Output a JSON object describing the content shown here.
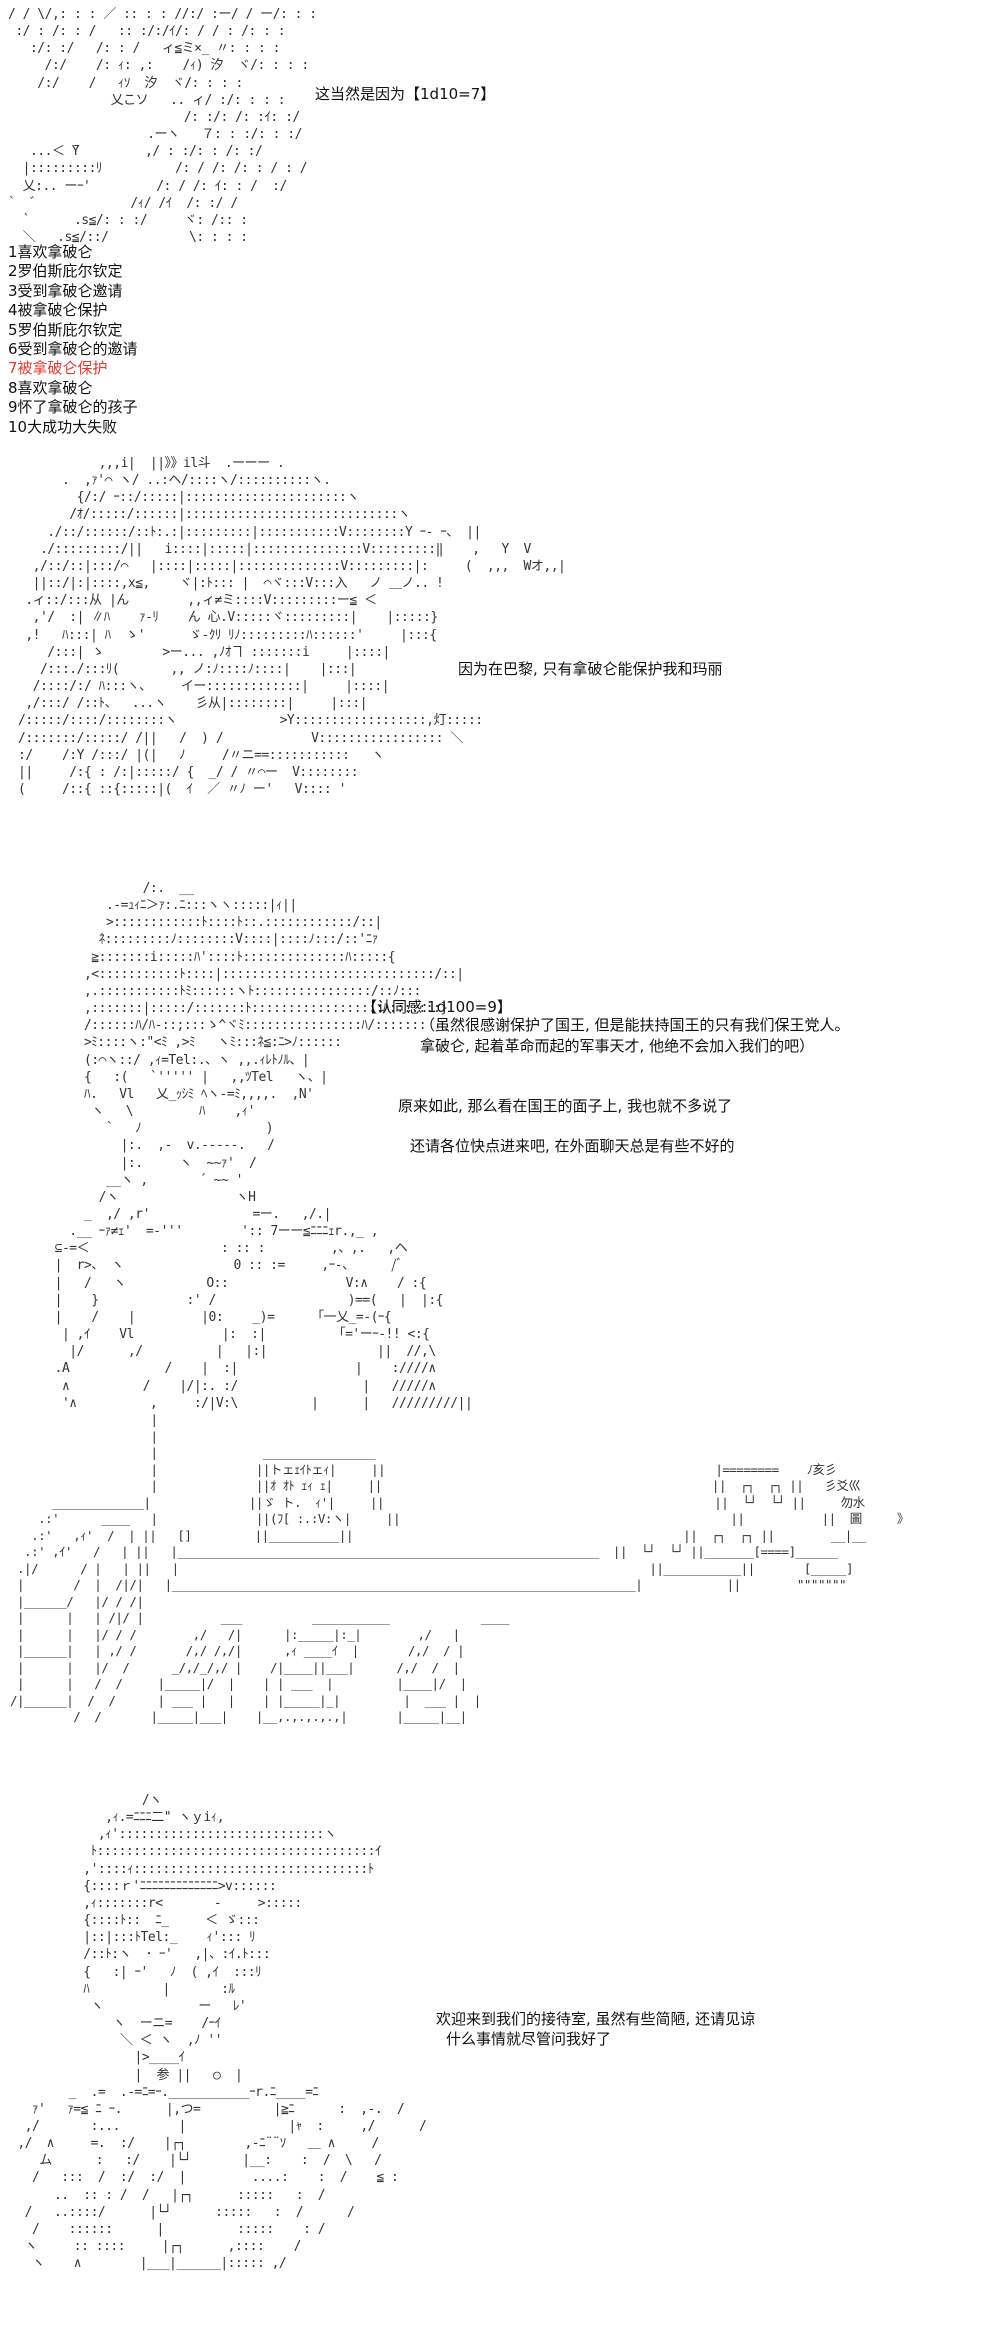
{
  "narration": {
    "because": "这当然是因为【1d10=7】"
  },
  "options": [
    {
      "label": "1喜欢拿破仑",
      "highlight": false
    },
    {
      "label": "2罗伯斯庇尔钦定",
      "highlight": false
    },
    {
      "label": "3受到拿破仑邀请",
      "highlight": false
    },
    {
      "label": "4被拿破仑保护",
      "highlight": false
    },
    {
      "label": "5罗伯斯庇尔钦定",
      "highlight": false
    },
    {
      "label": "6受到拿破仑的邀请",
      "highlight": false
    },
    {
      "label": "7被拿破仑保护",
      "highlight": true
    },
    {
      "label": "8喜欢拿破仑",
      "highlight": false
    },
    {
      "label": "9怀了拿破仑的孩子",
      "highlight": false
    },
    {
      "label": "10大成功大失败",
      "highlight": false
    }
  ],
  "colors": {
    "highlight": "#e53935",
    "text": "#111111",
    "art": "#333333"
  },
  "dialogue": {
    "paris": "因为在巴黎, 只有拿破仑能保护我和玛丽",
    "favor_roll": "【认同感:1d100=9】",
    "thanks": "（虽然很感谢保护了国王, 但是能扶持国王的只有我们保王党人。",
    "ask": "拿破仑, 起着革命而起的军事天才, 他绝不会加入我们的吧）",
    "face": "原来如此, 那么看在国王的面子上, 我也就不多说了",
    "enter": "还请各位快点进来吧, 在外面聊天总是有些不好的",
    "welcome": "欢迎来到我们的接待室, 虽然有些简陋, 还请见谅",
    "help": "什么事情就尽管问我好了"
  },
  "art": {
    "figure_1": "/ / \\/,: : : ／ :: : : //:/ :ー/ / ー/: : :\n :/ : /: : /   :: :/:/ｲ/: / / : /: : :\n   :/: :/   /: : /   ィ≦ミ×_ 〃: : : :\n     /:/    /: ｨ: ,:    /ｨ) 汐  ヾ/: : : :\n    /:/    /   ｨｿ  汐  ヾ/: : : :\n              乂こソ   .. ィ/ :/: : : :\n                        /: :/: /: :ｲ: :/\n                   .ーヽ   ７: : :/: : :/\n   ...＜ ̄Y         ,/ : :/: : /: :/\n  |:::::::::ﾘ          /: / /: /: : / : /\n  乂:.. ーｰ'         /: / /: ｲ: : /  :/\n`  ゛            /ｨ/ /ｲ  /: :/ /\n  `      .s≦/: : :/     ヾ: /:: :\n  ＼   .s≦/::/           \\: : : :",
    "figure_2": "           ,,,i|  ||》》il斗  .ーーー .\n      .  ,ｧ'⌒ ヽ/ ..:ヘ/::::ヽ/::::::::::ヽ.\n        {/:/ ｰ::/:::::|::::::::::::::::::::::ヽ\n       /ｵ/:::::/::::::|:::::::::::::::::::::::::::::ヽ\n    ./::/::::::/::ﾄ:.:|:::::::::|:::::::::::V::::::::Y ｰ‐ ｰ、 ||\n   ./:::::::::/||   i::::|:::::|:::::::::::::::V:::::::::‖    ,   Y  V\n  ,/::/::|:::/⌒   |::::|:::::|::::::::::::::V:::::::::|:     (  ,,,  Wオ,,|\n  ||::/|:|::::,x≦,    ヾ|:ﾄ::: |  ⌒ヾ:::V:::入   ノ ＿ノ.. !\n .ィ::/:::从 |ん        ,,ィ≠ミ::::V:::::::::ー≦ ＜\n  ,'/  :| ∥ﾊ    ｧ-ﾘ    ん 心.V:::::ヾ:::::::::|    |:::::}\n ,!   ﾊ:::| ﾊ  ゝ'      ゞ-ｸﾘ ﾘﾉ:::::::::ﾊ::::::'     |:::{\n    /:::| ゝ        >ー... ,ﾉｵヿ :::::::i     |::::|\n   /:::./:::ﾘ(       ,, ノ:ﾉ::::ﾉ::::|    |:::|\n  /::::/:/ ﾊ:::ヽ、    イー:::::::::::::|     |::::|\n ,/:::/ /::ﾄ、  ...ヽ    彡从|::::::::|     |:::|\n/:::::/::::/::::::::ヽ              >Y::::::::::::::::::,灯:::::\n/:::::::/:::::/ /||   /  ) /            V::::::::::::::::: ＼\n:/    /:Y /:::/ |(|   ﾉ     /〃ニ==:::::::::::   ヽ\n||     /:{ : /:|:::::/ {  _/ / 〃⌒ー  V::::::::\n(     /::{ ::{:::::|(  ｲ  ／ 〃ﾉ ー'   V:::: '",
    "figure_3": "              /:.  __\n         .-=ｭｨﾆ＞ｧ:.ﾆ:::ヽヽ:::::|ｨ||\n         >::::::::::::ﾄ::::ﾄ::.::::::::::::/::|\n        ﾈ:::::::::ﾉ::::::::V::::|::::ﾉ:::/::'ﾆｧ\n       ≧:::::::i:::::ﾊ'::::ﾄ::::::::::::::ﾊ:::::{\n      ,<:::::::::::ﾄ::::|:::::::::::::::::::::::::::::/::|\n      ,.:::::::::::ﾄﾐ::::::ヽﾄ::::::::::::::::/::ﾉ:::\n      ,:::::::|:::::/:::::::ﾄ::::::::::::::::::ﾊ:::::::}\n      /::::::ﾊ/ﾊ-::;:::ゝ^ヾﾐ::::::::::::::::ﾊ/:::::::\n      >ﾐ::::ヽ:\"<ﾐ ,>ﾐ   ヽﾐ:::ﾈ≦:ﾆ>ﾉ::::::\n      (:⌒ヽ::/ ,ｨ=Tel:.、ヽ ,,.ｨﾚﾄﾉﾙ、|\n      {   :(   `''''' |   ,,ﾂTel   ヽ、|\n      ﾊ.   Vl   乂_ｯｼﾐ ﾍヽ-=ﾐ,,,,.  ,N'\n       ヽ   \\         ﾊ    ,ｨ'\n         `   ﾉ                 )\n           |:.  ,-  v.-----.   /\n           |:.     ヽ  ~~ｧ'  /\n         __ヽ ,       ´ ~~ '\n        /ヽ                ヽH\n      _  ,/ ,r'              =ー.   ,/.|\n    .__ ｰｧ≠ｪ'  =-'''        ':: 7ーー≦ﾆﾆﾆｪr.,_ ,\n  ⊆-=＜                  : :: :         ,、,.   ,ヘ\n  |  r>、 ヽ               0 :: :=     ,ｰ-、     /ﾞ\n  |   /   ヽ           O::                V:∧    / :{\n  |    }            :' /                  )==(   |  |:{\n  |    /    |         |0:    _)=     「一乂_=-(ｰ{\n   | ,ｲ    Vl            |:  :|          ｢='ーｰ-!! <:{\n    |/      ,/          |   |:|               ||  //,\\\n  .A             /    |  :|                |    :////∧\n   ∧          /    |/|:. :/                 |   /////∧\n   '∧          ,     :/|V:\\          |      |   /////////||",
    "room": "                    |\n                    |\n                    |               ________________\n                    |              ||トェｪｲﾄェｨ|     ||                                               |========    ﾉ亥彡\n                    |              ||ｵ ｵﾄ ｪｨ ｪ|     ||                                               ||  ┌┐  ┌┐ ||   彡爻巛\n      _____________|              ||ゞ ト.  ｨ'|     ||                                               ||  └┘  └┘ ||     勿水\n    .:'      ____   |              ||(ﾌ[ :.:V:ヽ|     ||                                               ||           ||  圖     》\n   .:'   ,ｨ'  /  | ||   []         ||__________||                                               ||  ┌┐  ┌┐ ||        __|__\n  .:' ,ｲ'   /   | ||   |____________________________________________________________  ||  └┘  └┘ ||_______[====]______\n .|/      / |   | ||   |                                                                   ||___________||       [_____]\n |       /  |  /|/|   |__________________________________________________________________|            ||        \"\"\"\"\"\"\"\n |______/   |/ / /|\n |      |   | /|/ |           ___          ___________             ____\n |      |   |/ / /        ,/   /|      |:_____|:_|        ,/   |\n |______|   | ,/ /       /,/ /,/|      ,ｨ ____ｲ  |       /,/  / |\n |      |   |/  /      _/,/_/,/ |    /|____||___|      /,/  /  |\n |      |   /  /     |_____|/  |    | | ___  |         |____|/  |\n/|______|  /  /      | ___ |   |    | |_____|_|         |  ___ |  |\n         /  /       |_____|___|    |__,.,.,.,.,|       |_____|__|",
    "figure_4": "                  /ヽ\n             ,ｨ.=ﾆﾆﾆ二\" ヽｙiｨ,\n            ,ｨ'::::::::::::::::::::::::::::ヽ\n           ﾄ::::::::::::::::::::::::::::::::::::::ｲ\n          ,'::::ｨ::::::::::::::::::::::::::::::::ﾄ\n          {::::ｒ'ﾆﾆﾆﾆﾆﾆﾆﾆﾆﾆﾆﾆﾆ>v::::::\n          ,ｨ:::::::r<       -     >:::::\n          {::::ﾄ::  ﾆ_     ＜ ゞ:::\n          |::|:::ﾄTel:_    ｨ'::: ﾘ\n          /::ﾄ:ヽ  ･ ｰ'   ,|、:ｲ.ﾄ:::\n          {   :| ｰ'   ﾉ  ( ,ｲ  :::ﾘ\n          ﾊ          |       :ﾙ\n           ヽ             ー   ﾚ'\n              ヽ  ーニ=    /ｰｲ\n               ＼ ＜ ヽ  ,ﾉ ''\n                 |>____ｲ\n                 |  参 ||   ○  |\n        _  .=  .-=ﾆ=ｰ.___________ｰr.ﾆ____=ﾆ\n   ｧ'   ｧ=≦ ﾆ ｰ.      |,つ=          |≧ﾆ      :  ,-.  /\n  ,/       :...        |              |ｬ  :     ,/      /\n ,/  ∧     =.  :/    |┌┐        ,-ﾆ¨¨ｿ   ＿ ∧     /\n    ム      :   :/    |└┘       |__:    :  /  \\   /\n   /   :::  /  :/  :/  |         ....:    :  /    ≦ :\n      ..  :: : /  /   |┌┐      :::::   :  /\n  /   ..::::/      |└┘      :::::   :  /      /\n   /    ::::::      |          :::::    : /\n  ヽ     :: ::::     |┌┐      ,::::    /\n   ヽ    ∧        |___|______|::::: ,/"
  }
}
